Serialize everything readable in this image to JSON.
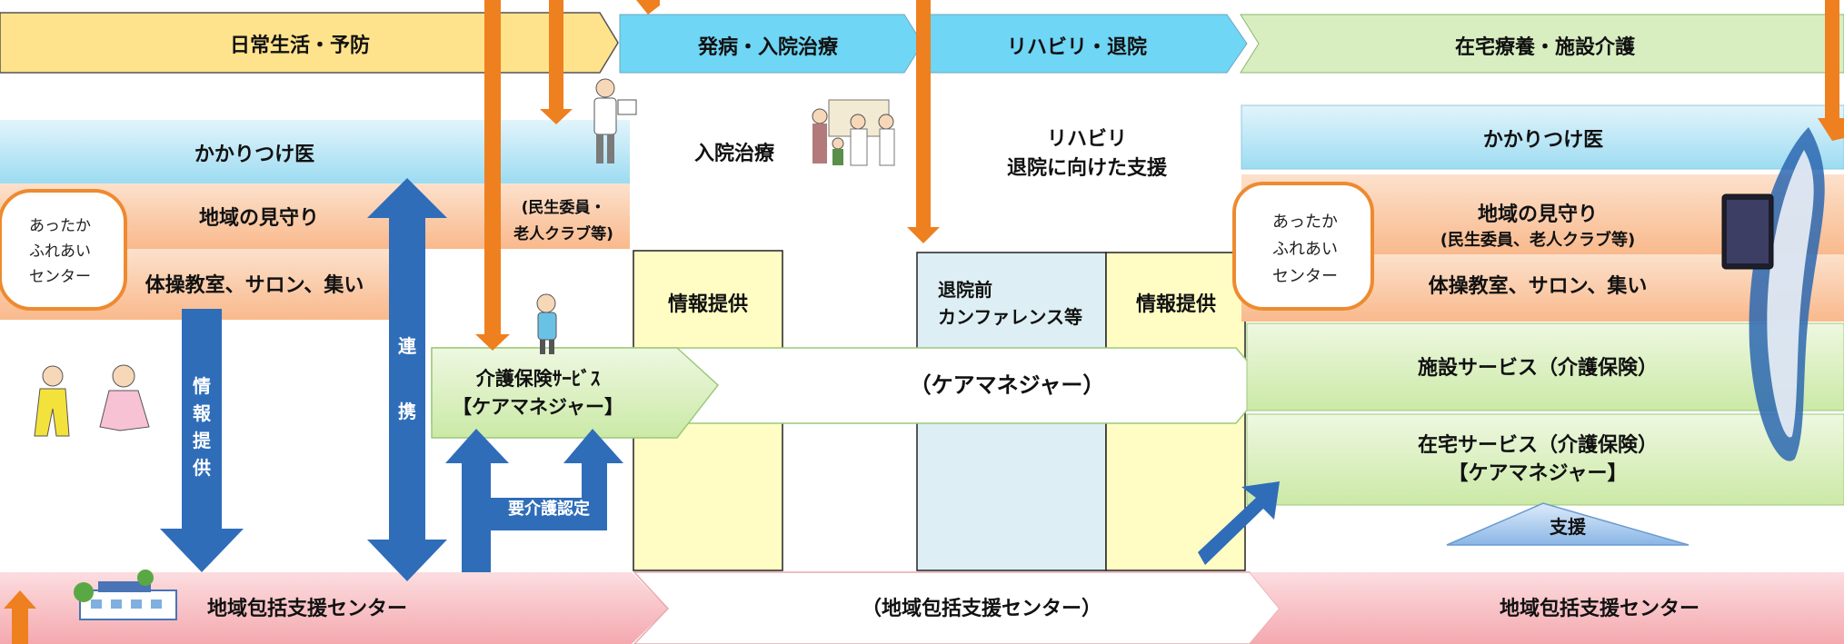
{
  "phases": {
    "daily": "日常生活・予防",
    "hospital": "発病・入院治療",
    "rehab": "リハビリ・退院",
    "home": "在宅療養・施設介護"
  },
  "left": {
    "doctor": "かかりつけ医",
    "watch": "地域の見守り",
    "watch_note_1": "(民生委員・",
    "watch_note_2": "老人クラブ等)",
    "center_1": "あったか",
    "center_2": "ふれあい",
    "center_3": "センター",
    "exercise": "体操教室、サロン、集い",
    "info_arrow": [
      "情",
      "報",
      "提",
      "供"
    ],
    "link_arrow": [
      "連",
      "携"
    ],
    "care_service_1": "介護保険ｻｰﾋﾞｽ",
    "care_service_2": "【ケアマネジャー】",
    "certification": "要介護認定"
  },
  "middle": {
    "inpatient": "入院治療",
    "rehab_1": "リハビリ",
    "rehab_2": "退院に向けた支援",
    "info_1": "情報提供",
    "conference_1": "退院前",
    "conference_2": "カンファレンス等",
    "info_2": "情報提供",
    "care_manager": "（ケアマネジャー）",
    "support_center_paren": "（地域包括支援センター）"
  },
  "right": {
    "doctor": "かかりつけ医",
    "center_1": "あったか",
    "center_2": "ふれあい",
    "center_3": "センター",
    "watch_1": "地域の見守り",
    "watch_2": "(民生委員、老人クラブ等)",
    "exercise": "体操教室、サロン、集い",
    "facility": "施設サービス（介護保険）",
    "home_service_1": "在宅サービス（介護保険）",
    "home_service_2": "【ケアマネジャー】",
    "support": "支援"
  },
  "bottom": {
    "left_center": "地域包括支援センター",
    "right_center": "地域包括支援センター"
  },
  "colors": {
    "phase_yellow": "#FFE38C",
    "phase_blue": "#6FD6F5",
    "phase_green": "#D8EEC0",
    "doctor_blue": "#BDE7F5",
    "orange_band": "#FAC9A2",
    "green_service": "#D4EDB3",
    "pink_band": "#F7B9BE",
    "blue_arrow": "#2F6DB9",
    "orange_arrow": "#EE8020",
    "info_yellow": "#FFFDC4",
    "conference_blue": "#DDEFF4"
  }
}
